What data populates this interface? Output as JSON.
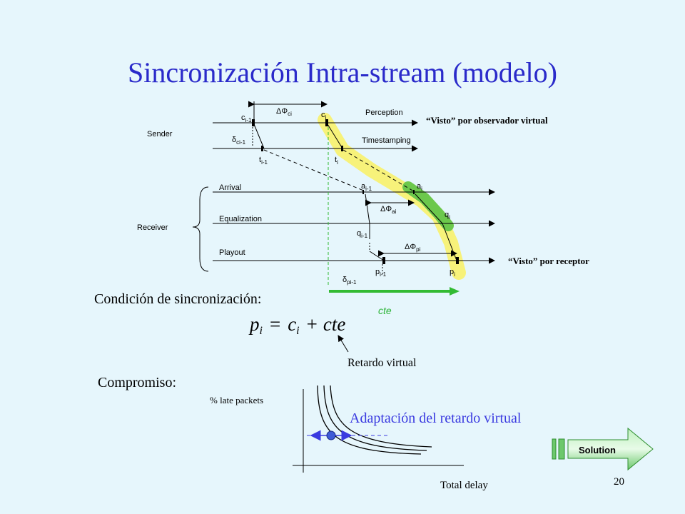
{
  "slide": {
    "title": "Sincronización Intra-stream (modelo)",
    "page_number": "20"
  },
  "diagram": {
    "sender_label": "Sender",
    "receiver_label": "Receiver",
    "perception_label": "Perception",
    "timestamping_label": "Timestamping",
    "arrival_label": "Arrival",
    "equalization_label": "Equalization",
    "playout_label": "Playout",
    "c_prev": "c",
    "c_prev_sub": "i-1",
    "c_cur": "c",
    "c_cur_sub": "i",
    "delta_c_prefix": "ΔΦ",
    "delta_c_sub": "ci",
    "delta_ci1_prefix": "δ",
    "delta_ci1_sub": "ci-1",
    "t_prev": "t",
    "t_prev_sub": "i-1",
    "t_cur": "t",
    "t_cur_sub": "i",
    "a_prev": "a",
    "a_prev_sub": "i-1",
    "a_cur": "a",
    "a_cur_sub": "i",
    "delta_a_prefix": "ΔΦ",
    "delta_a_sub": "ai",
    "q_prev": "q",
    "q_prev_sub": "i-1",
    "q_cur": "q",
    "q_cur_sub": "i",
    "delta_p_prefix": "ΔΦ",
    "delta_p_sub": "pi",
    "p_prev": "p",
    "p_prev_sub": "i-1",
    "p_cur": "p",
    "p_cur_sub": "i",
    "delta_pi1_prefix": "δ",
    "delta_pi1_sub": "pi-1",
    "seen_observer": "“Visto” por observador virtual",
    "seen_receiver": "“Visto” por receptor",
    "cte_label": "cte"
  },
  "sync": {
    "condition_label": "Condición de sincronización:",
    "formula_p": "p",
    "formula_i1": "i",
    "formula_eq": "=",
    "formula_c": "c",
    "formula_i2": "i",
    "formula_plus": "+",
    "formula_cte": "cte",
    "virtual_delay_label": "Retardo virtual"
  },
  "tradeoff": {
    "label": "Compromiso:",
    "y_axis_label": "% late packets",
    "x_axis_label": "Total delay",
    "adaptation_label": "Adaptación del retardo virtual"
  },
  "solution_button": {
    "label": "Solution"
  },
  "colors": {
    "title": "#2a2aca",
    "background": "#e6f6fc",
    "yellow_band": "#f7f27a",
    "green_band": "#6cc84c",
    "green_arrow": "#33bb33",
    "adaptation_text": "#3a3ae0"
  }
}
